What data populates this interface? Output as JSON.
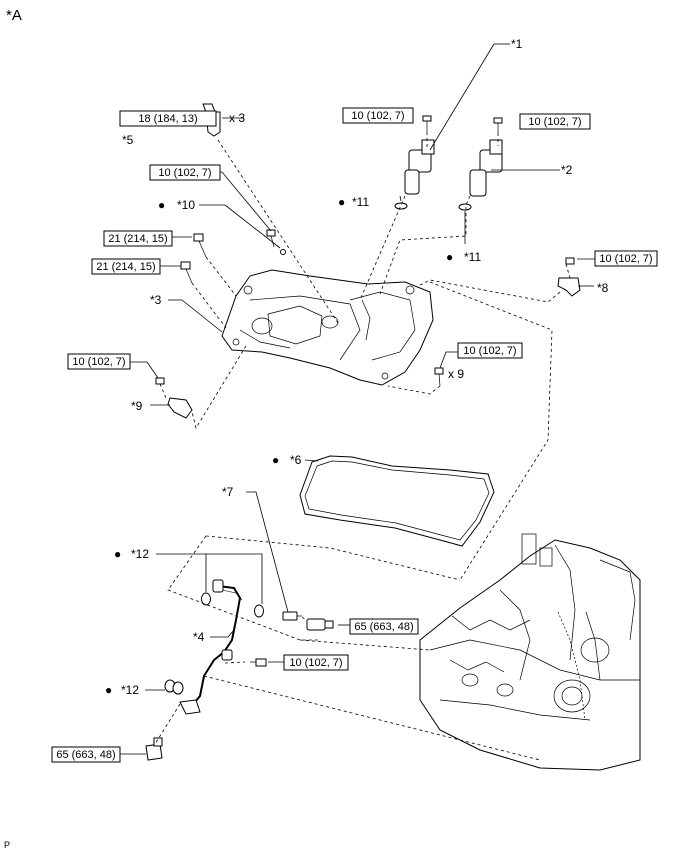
{
  "view_label": "*A",
  "footer_code": "P",
  "callouts": {
    "c1": "*1",
    "c2": "*2",
    "c3": "*3",
    "c4": "*4",
    "c5": "*5",
    "c6": "*6",
    "c7": "*7",
    "c8": "*8",
    "c9": "*9",
    "c10": "*10",
    "c11a": "*11",
    "c11b": "*11",
    "c12a": "*12",
    "c12b": "*12"
  },
  "bullet": "●",
  "torques": {
    "spark_plug": "18 (184, 13)",
    "ignition_bolt": "10 (102, 7)",
    "top_bolt_1": "10 (102, 7)",
    "top_bolt_2": "10 (102, 7)",
    "stud_1": "21 (214, 15)",
    "stud_2": "21 (214, 15)",
    "right_bolt_8": "10 (102, 7)",
    "cover_bolts": "10 (102, 7)",
    "left_bolt_9": "10 (102, 7)",
    "union_bolt_mid": "65 (663, 48)",
    "pipe_bolt": "10 (102, 7)",
    "union_bolt_low": "65 (663, 48)"
  },
  "quantities": {
    "spark_plug_qty": "x 3",
    "cover_bolt_qty": "x 9"
  }
}
